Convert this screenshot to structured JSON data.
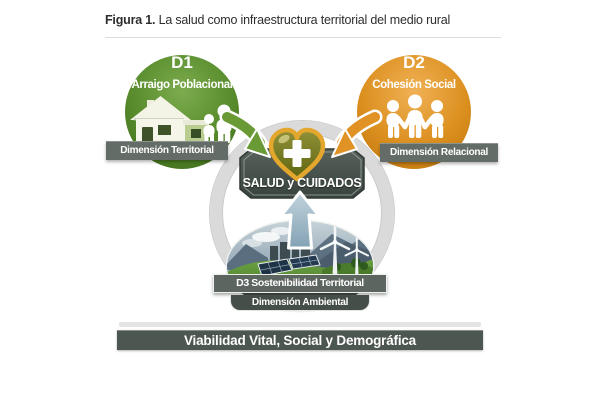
{
  "figure": {
    "caption_bold": "Figura 1.",
    "caption_rest": " La salud como infraestructura territorial del medio rural"
  },
  "dimensions": {
    "d1": {
      "code": "D1",
      "label": "Arraigo Poblacional",
      "ribbon": "Dimensión Territorial",
      "color": "#5e8c31",
      "icons": [
        "house-icon",
        "family-icon"
      ]
    },
    "d2": {
      "code": "D2",
      "label": "Cohesión Social",
      "ribbon": "Dimensión Relacional",
      "color": "#dc9224",
      "icons": [
        "people-chain-icon"
      ]
    },
    "d3": {
      "label": "D3 Sostenibilidad Territorial",
      "ribbon": "Dimensión Ambiental",
      "icons": [
        "wind-turbine-icon",
        "solar-panel-icon",
        "rural-landscape"
      ]
    }
  },
  "center": {
    "label": "SALUD y CUIDADOS",
    "icon": "heart-cross-icon",
    "badge_color": "#4a544e",
    "heart_fill": "#71751c",
    "heart_border": "#e4a72e",
    "ring_color": "#dadada"
  },
  "arrows": {
    "from_d1": {
      "name": "green-arrow",
      "color": "#699a35"
    },
    "from_d2": {
      "name": "orange-arrow",
      "color": "#e09225"
    },
    "from_d3": {
      "name": "blue-up-arrow",
      "color": "#9db8c8"
    }
  },
  "footer": {
    "label": "Viabilidad Vital, Social y Demográfica",
    "color": "#4d5751"
  }
}
